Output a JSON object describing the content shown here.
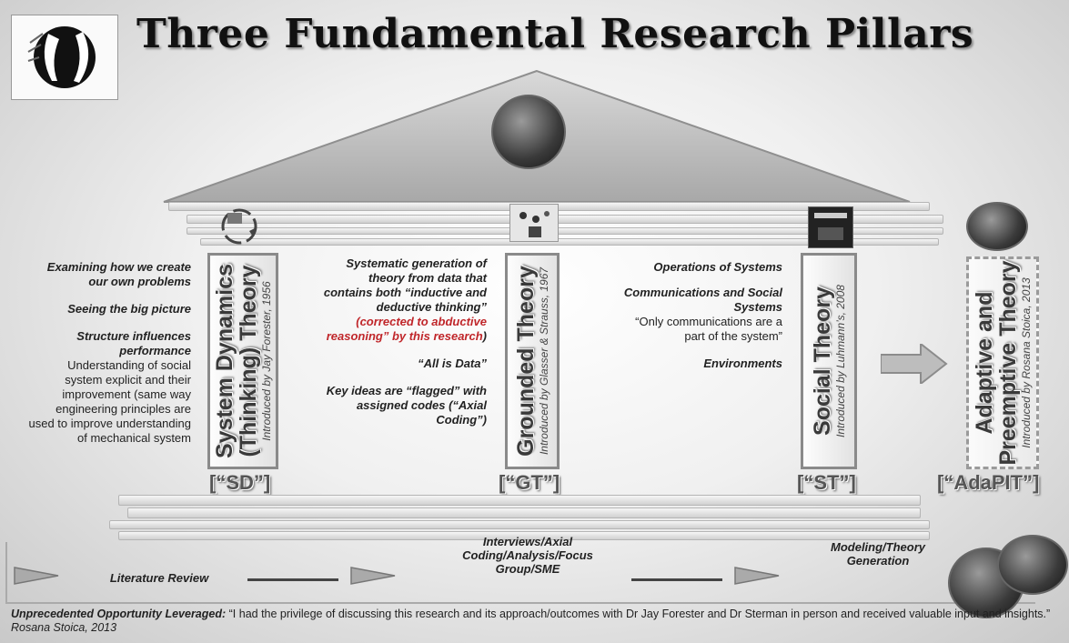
{
  "title": "Three Fundamental Research Pillars",
  "pillars": [
    {
      "name_line1": "System Dynamics",
      "name_line2": "(Thinking) Theory",
      "credit": "Introduced by Jay Forester, 1956",
      "abbr": "[“SD”]"
    },
    {
      "name_line1": "Grounded Theory",
      "credit": "Introduced by Glasser & Strauss, 1967",
      "abbr": "[“GT”]"
    },
    {
      "name_line1": "Social Theory",
      "credit": "Introduced by Luhmann’s, 2008",
      "abbr": "[“ST”]"
    },
    {
      "name_line1": "Adaptive and",
      "name_line2": "Preemptive Theory",
      "credit": "Introduced by Rosana Stoica, 2013",
      "abbr": "[“AdaPIT”]"
    }
  ],
  "sd_text": {
    "p1": "Examining how we create our own problems",
    "p2": "Seeing the big picture",
    "p3_head": "Structure influences performance",
    "p3_body": "Understanding of social system explicit and their improvement (same way engineering principles are used to improve understanding of mechanical system"
  },
  "gt_text": {
    "p1_a": "Systematic generation of theory from data that contains both “inductive and deductive thinking”",
    "p1_red": "(corrected to abductive reasoning” by this research",
    "p1_end": ")",
    "p2": "“All is Data”",
    "p3": "Key ideas are “flagged” with assigned codes (“Axial Coding”)"
  },
  "st_text": {
    "p1": "Operations of Systems",
    "p2_head": "Communications and Social Systems",
    "p2_body": "“Only communications are a part of the system”",
    "p3": "Environments"
  },
  "process": {
    "step1": "Literature Review",
    "step2": "Interviews/Axial Coding/Analysis/Focus Group/SME",
    "step3": "Modeling/Theory Generation"
  },
  "footer": {
    "lead": "Unprecedented Opportunity Leveraged:",
    "quote": "“I had the privilege of discussing this research and its approach/outcomes with Dr Jay Forester and Dr Sterman in person and received valuable input and insights.”",
    "author": "Rosana Stoica, 2013"
  },
  "colors": {
    "accent_red": "#c0262a",
    "column_border": "#8a8a8a"
  }
}
